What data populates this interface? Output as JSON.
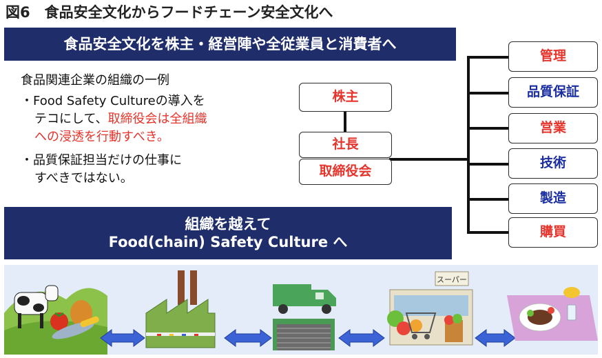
{
  "figure_title": "図6　食品安全文化からフードチェーン安全文化へ",
  "banner_top": "食品安全文化を株主・経営陣や全従業員と消費者へ",
  "body": {
    "line1": "食品関連企業の組織の一例",
    "bullet1_a": "・Food Safety Cultureの導入を",
    "bullet1_b_black": "テコにして、",
    "bullet1_b_red": "取締役会は全組織",
    "bullet1_c_red": "への浸透を行動すべき。",
    "bullet2_a": "・品質保証担当だけの仕事に",
    "bullet2_b": "すべきではない。"
  },
  "org": {
    "shareholders": "株主",
    "president": "社長",
    "board": "取締役会",
    "departments": [
      "管理",
      "品質保証",
      "営業",
      "技術",
      "製造",
      "購買"
    ]
  },
  "banner_bottom": {
    "line1": "組織を越えて",
    "line2": "Food(chain) Safety Culture へ"
  },
  "chain": {
    "supermarket_sign": "スーパー"
  },
  "colors": {
    "navy": "#1f2d6b",
    "red": "#e5342b",
    "blue": "#1a2ea0",
    "arrow": "#3b63d6"
  }
}
